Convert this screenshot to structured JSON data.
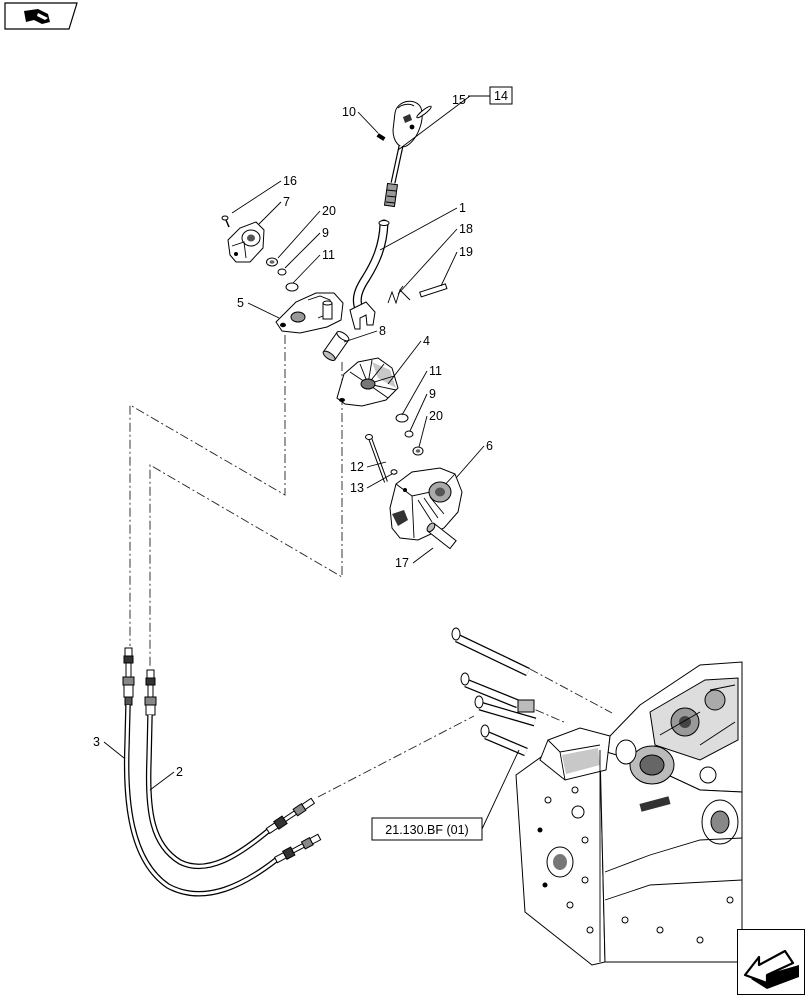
{
  "header": {
    "section_icon": "catalog-section-icon"
  },
  "footer": {
    "nav_icon": "return-arrow-icon"
  },
  "diagram": {
    "reference_box": "14",
    "callouts": [
      "15",
      "10",
      "16",
      "7",
      "20",
      "9",
      "11",
      "1",
      "18",
      "19",
      "5",
      "8",
      "4",
      "11",
      "9",
      "20",
      "12",
      "13",
      "6",
      "17",
      "3",
      "2"
    ],
    "cross_reference": "21.130.BF (01)"
  },
  "colors": {
    "ink": "#000000",
    "background": "#ffffff",
    "shade_light": "#c8c8c8",
    "shade_dark": "#555555"
  }
}
